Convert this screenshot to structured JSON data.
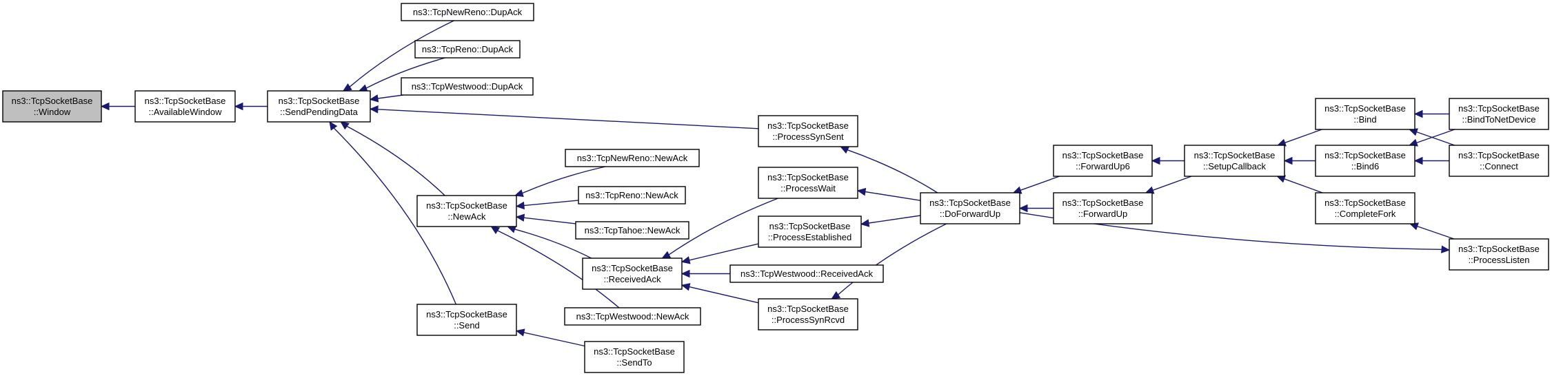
{
  "colors": {
    "edge": "#191970",
    "focus_fill": "#bfbfbf",
    "node_border": "#000000"
  },
  "nodes": [
    {
      "id": "window",
      "lines": [
        "ns3::TcpSocketBase",
        "::Window"
      ],
      "focus": true
    },
    {
      "id": "availwin",
      "lines": [
        "ns3::TcpSocketBase",
        "::AvailableWindow"
      ]
    },
    {
      "id": "sendpending",
      "lines": [
        "ns3::TcpSocketBase",
        "::SendPendingData"
      ]
    },
    {
      "id": "newreno_dupack",
      "lines": [
        "ns3::TcpNewReno::DupAck"
      ]
    },
    {
      "id": "reno_dupack",
      "lines": [
        "ns3::TcpReno::DupAck"
      ]
    },
    {
      "id": "westwood_dupack",
      "lines": [
        "ns3::TcpWestwood::DupAck"
      ]
    },
    {
      "id": "newack",
      "lines": [
        "ns3::TcpSocketBase",
        "::NewAck"
      ]
    },
    {
      "id": "send",
      "lines": [
        "ns3::TcpSocketBase",
        "::Send"
      ]
    },
    {
      "id": "sendto",
      "lines": [
        "ns3::TcpSocketBase",
        "::SendTo"
      ]
    },
    {
      "id": "newreno_newack",
      "lines": [
        "ns3::TcpNewReno::NewAck"
      ]
    },
    {
      "id": "reno_newack",
      "lines": [
        "ns3::TcpReno::NewAck"
      ]
    },
    {
      "id": "tahoe_newack",
      "lines": [
        "ns3::TcpTahoe::NewAck"
      ]
    },
    {
      "id": "receivedack",
      "lines": [
        "ns3::TcpSocketBase",
        "::ReceivedAck"
      ]
    },
    {
      "id": "westwood_newack",
      "lines": [
        "ns3::TcpWestwood::NewAck"
      ]
    },
    {
      "id": "processsynsent",
      "lines": [
        "ns3::TcpSocketBase",
        "::ProcessSynSent"
      ]
    },
    {
      "id": "processwait",
      "lines": [
        "ns3::TcpSocketBase",
        "::ProcessWait"
      ]
    },
    {
      "id": "processestablished",
      "lines": [
        "ns3::TcpSocketBase",
        "::ProcessEstablished"
      ]
    },
    {
      "id": "westwood_receivedack",
      "lines": [
        "ns3::TcpWestwood::ReceivedAck"
      ]
    },
    {
      "id": "processsynrcvd",
      "lines": [
        "ns3::TcpSocketBase",
        "::ProcessSynRcvd"
      ]
    },
    {
      "id": "doforwardup",
      "lines": [
        "ns3::TcpSocketBase",
        "::DoForwardUp"
      ]
    },
    {
      "id": "forwardup6",
      "lines": [
        "ns3::TcpSocketBase",
        "::ForwardUp6"
      ]
    },
    {
      "id": "forwardup",
      "lines": [
        "ns3::TcpSocketBase",
        "::ForwardUp"
      ]
    },
    {
      "id": "setupcallback",
      "lines": [
        "ns3::TcpSocketBase",
        "::SetupCallback"
      ]
    },
    {
      "id": "bind",
      "lines": [
        "ns3::TcpSocketBase",
        "::Bind"
      ]
    },
    {
      "id": "bind6",
      "lines": [
        "ns3::TcpSocketBase",
        "::Bind6"
      ]
    },
    {
      "id": "completefork",
      "lines": [
        "ns3::TcpSocketBase",
        "::CompleteFork"
      ]
    },
    {
      "id": "bindtonetdevice",
      "lines": [
        "ns3::TcpSocketBase",
        "::BindToNetDevice"
      ]
    },
    {
      "id": "connect",
      "lines": [
        "ns3::TcpSocketBase",
        "::Connect"
      ]
    },
    {
      "id": "processlisten",
      "lines": [
        "ns3::TcpSocketBase",
        "::ProcessListen"
      ]
    }
  ],
  "edges": [
    {
      "from": "availwin",
      "to": "window"
    },
    {
      "from": "sendpending",
      "to": "availwin"
    },
    {
      "from": "newreno_dupack",
      "to": "sendpending"
    },
    {
      "from": "reno_dupack",
      "to": "sendpending"
    },
    {
      "from": "westwood_dupack",
      "to": "sendpending"
    },
    {
      "from": "newack",
      "to": "sendpending"
    },
    {
      "from": "send",
      "to": "sendpending"
    },
    {
      "from": "processsynsent",
      "to": "sendpending"
    },
    {
      "from": "newreno_newack",
      "to": "newack"
    },
    {
      "from": "reno_newack",
      "to": "newack"
    },
    {
      "from": "tahoe_newack",
      "to": "newack"
    },
    {
      "from": "receivedack",
      "to": "newack"
    },
    {
      "from": "westwood_newack",
      "to": "newack"
    },
    {
      "from": "sendto",
      "to": "send"
    },
    {
      "from": "processwait",
      "to": "receivedack"
    },
    {
      "from": "processestablished",
      "to": "receivedack"
    },
    {
      "from": "westwood_receivedack",
      "to": "receivedack"
    },
    {
      "from": "processsynrcvd",
      "to": "receivedack"
    },
    {
      "from": "doforwardup",
      "to": "processsynsent"
    },
    {
      "from": "doforwardup",
      "to": "processwait"
    },
    {
      "from": "doforwardup",
      "to": "processestablished"
    },
    {
      "from": "doforwardup",
      "to": "processsynrcvd"
    },
    {
      "from": "forwardup6",
      "to": "doforwardup"
    },
    {
      "from": "forwardup",
      "to": "doforwardup"
    },
    {
      "from": "setupcallback",
      "to": "forwardup6"
    },
    {
      "from": "setupcallback",
      "to": "forwardup"
    },
    {
      "from": "bind",
      "to": "setupcallback"
    },
    {
      "from": "bind6",
      "to": "setupcallback"
    },
    {
      "from": "completefork",
      "to": "setupcallback"
    },
    {
      "from": "bindtonetdevice",
      "to": "bind"
    },
    {
      "from": "connect",
      "to": "bind"
    },
    {
      "from": "bindtonetdevice",
      "to": "bind6"
    },
    {
      "from": "connect",
      "to": "bind6"
    },
    {
      "from": "processlisten",
      "to": "completefork"
    },
    {
      "from": "doforwardup",
      "to": "processlisten"
    }
  ]
}
